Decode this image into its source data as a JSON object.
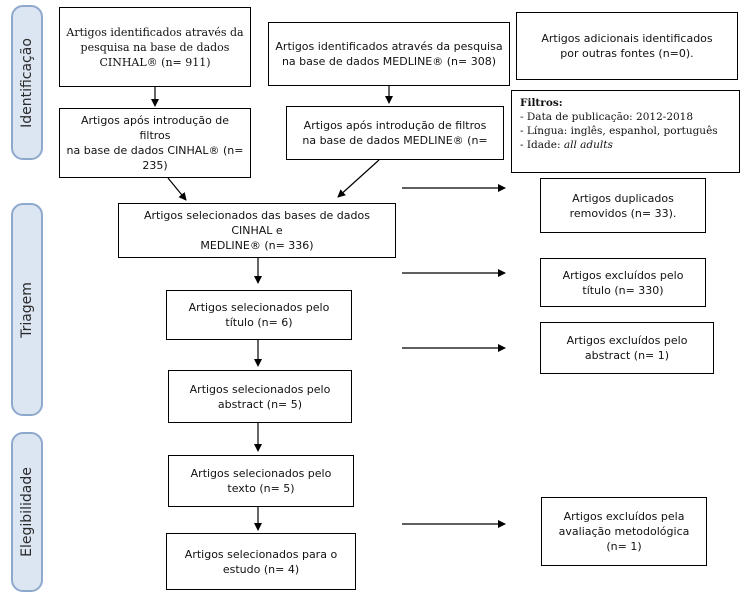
{
  "phases": {
    "identificacao": "Identificação",
    "triagem": "Triagem",
    "elegibilidade": "Elegibilidade"
  },
  "boxes": {
    "cinahl_identified": "Artigos identificados através da\npesquisa na base de dados\nCINHAL® (n= 911)",
    "medline_identified": "Artigos identificados através da pesquisa\nna base de dados MEDLINE® (n= 308)",
    "other_sources": "Artigos adicionais identificados\npor outras fontes (n=0).",
    "cinahl_filtered": "Artigos após introdução de filtros\nna base de dados CINHAL® (n=\n235)",
    "medline_filtered": "Artigos após introdução de filtros\nna base de dados MEDLINE® (n=",
    "merged_selected": "Artigos selecionados das bases de dados CINHAL e\nMEDLINE® (n= 336)",
    "duplicates_removed": "Artigos duplicados\nremovidos (n= 33).",
    "title_selected": "Artigos selecionados pelo\ntítulo (n= 6)",
    "title_excluded": "Artigos excluídos pelo\ntítulo (n= 330)",
    "abstract_selected": "Artigos selecionados pelo\nabstract (n= 5)",
    "abstract_excluded": "Artigos excluídos pelo\nabstract (n= 1)",
    "text_selected": "Artigos selecionados pelo\ntexto (n= 5)",
    "study_selected": "Artigos selecionados para o\nestudo (n= 4)",
    "method_excluded": "Artigos excluídos pela\navaliação metodológica\n(n= 1)"
  },
  "filters": {
    "title": "Filtros:",
    "items": [
      "- Data de publicação: 2012-2018",
      "- Língua: inglês, espanhol, português",
      "- Idade: "
    ],
    "age_value": "all adults"
  }
}
